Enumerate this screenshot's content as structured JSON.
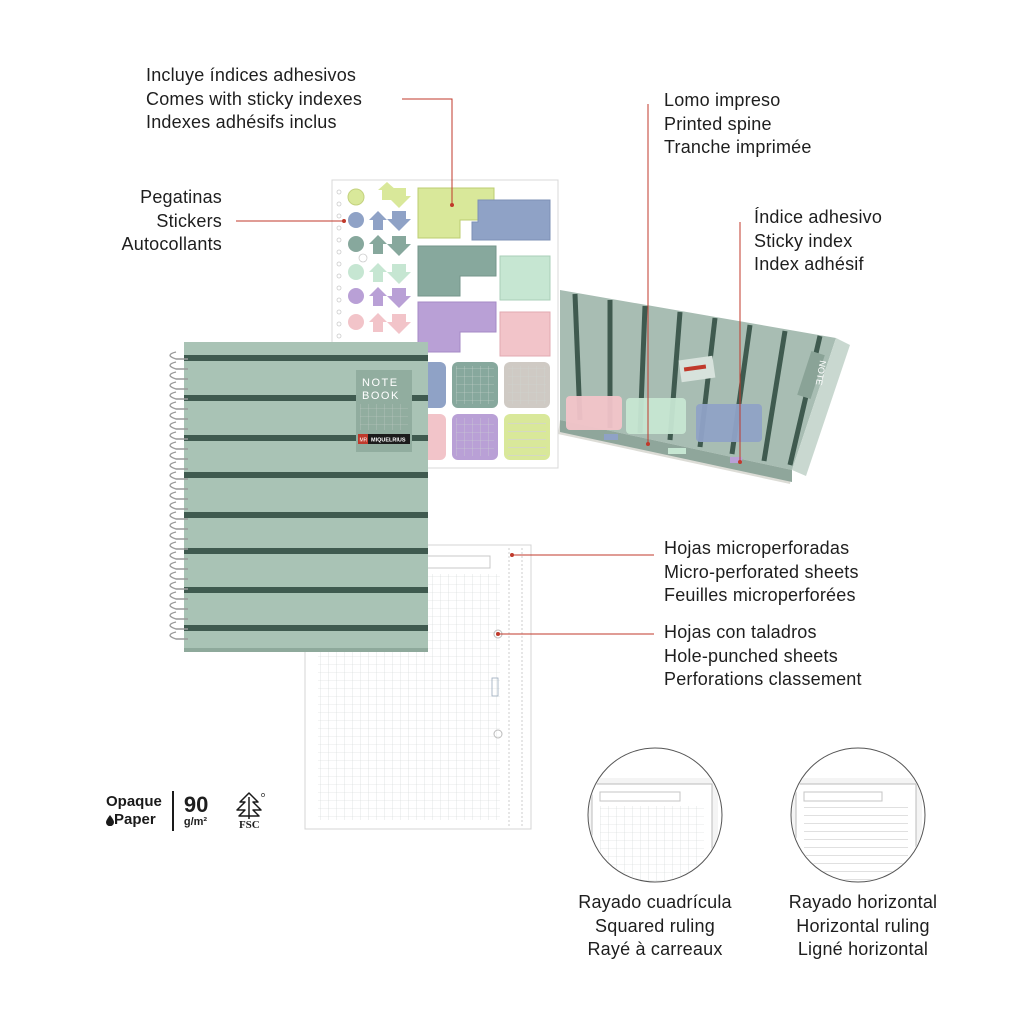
{
  "callouts": {
    "indexes": [
      "Incluye índices adhesivos",
      "Comes with sticky indexes",
      "Indexes adhésifs inclus"
    ],
    "stickers": [
      "Pegatinas",
      "Stickers",
      "Autocollants"
    ],
    "spine": [
      "Lomo impreso",
      "Printed spine",
      "Tranche imprimée"
    ],
    "sticky_index": [
      "Índice adhesivo",
      "Sticky index",
      "Index adhésif"
    ],
    "microperforated": [
      "Hojas microperforadas",
      "Micro-perforated sheets",
      "Feuilles microperforées"
    ],
    "hole_punched": [
      "Hojas con taladros",
      "Hole-punched sheets",
      "Perforations classement"
    ]
  },
  "rulings": {
    "squared": [
      "Rayado cuadrícula",
      "Squared ruling",
      "Rayé à carreaux"
    ],
    "horizontal": [
      "Rayado horizontal",
      "Horizontal ruling",
      "Ligné horizontal"
    ]
  },
  "cover": {
    "title_line1": "NOTE",
    "title_line2": "BOOK",
    "brand": "MIQUELRIUS",
    "brand_mark": "MR"
  },
  "spine_text": "NOTE",
  "badges": {
    "opaque_line1": "Opaque",
    "opaque_line2": "Paper",
    "weight": "90",
    "weight_unit": "g/m²",
    "fsc": "FSC"
  },
  "colors": {
    "cover_green": "#a9c3b5",
    "stripe_dark": "#3f5a4f",
    "callout_red": "#c0392b",
    "sticker_yellow": "#d9e89a",
    "sticker_blue": "#8fa2c6",
    "sticker_teal": "#87a89d",
    "sticker_mint": "#c6e6d2",
    "sticker_purple": "#b9a0d6",
    "sticker_pink": "#f2c4c9",
    "sticker_grey": "#cfcac4"
  }
}
